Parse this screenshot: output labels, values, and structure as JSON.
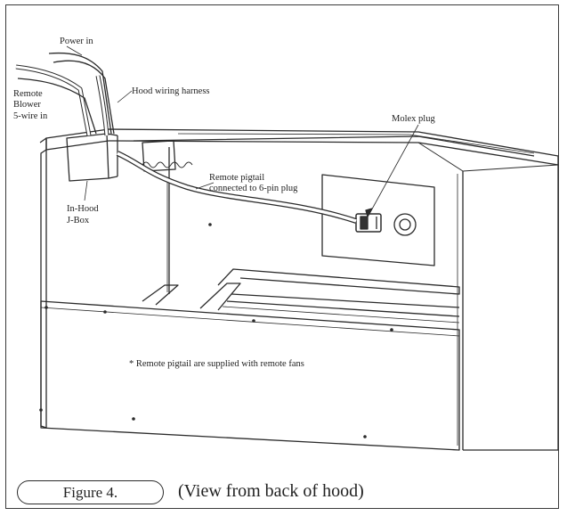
{
  "labels": {
    "power_in": "Power in",
    "remote_blower_1": "Remote",
    "remote_blower_2": "Blower",
    "remote_blower_3": "5-wire in",
    "hood_wiring_harness": "Hood wiring harness",
    "molex_plug": "Molex plug",
    "remote_pigtail_1": "Remote pigtail",
    "remote_pigtail_2": "connected to 6-pin plug",
    "in_hood_1": "In-Hood",
    "in_hood_2": "J-Box",
    "note": "* Remote pigtail are supplied with remote fans"
  },
  "caption": {
    "figure": "Figure 4.",
    "view": "(View from back of hood)"
  }
}
